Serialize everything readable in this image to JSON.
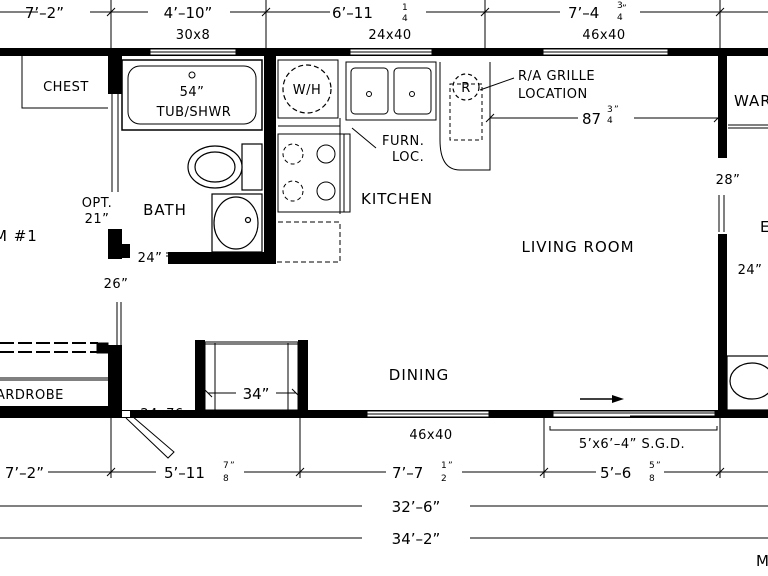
{
  "dimensions": {
    "top": [
      {
        "whole": "7’–2”",
        "num": "",
        "den": ""
      },
      {
        "whole": "4’–10”",
        "num": "",
        "den": ""
      },
      {
        "whole": "6’–11",
        "num": "1",
        "den": "4"
      },
      {
        "whole": "7’–4",
        "num": "3",
        "den": "4"
      }
    ],
    "bottom": [
      {
        "whole": "7’–2”",
        "num": "",
        "den": ""
      },
      {
        "whole": "5’–11",
        "num": "7",
        "den": "8"
      },
      {
        "whole": "7’–7",
        "num": "1",
        "den": "2"
      },
      {
        "whole": "5’–6",
        "num": "5",
        "den": "8"
      }
    ],
    "overall_inner": "32’–6”",
    "overall_outer": "34’–2”",
    "range_depth": {
      "whole": "87",
      "num": "3",
      "den": "4"
    }
  },
  "windows": {
    "top_1": "30x8",
    "top_2": "24x40",
    "top_3": "46x40",
    "bottom_1": "46x40"
  },
  "rooms": {
    "bedroom": "M  #1",
    "bath": "BATH",
    "kitchen": "KITCHEN",
    "living_room": "LIVING ROOM",
    "dining": "DINING",
    "right_room": "E",
    "right_label": "WAR",
    "corner": "M"
  },
  "fixtures": {
    "chest": "CHEST",
    "tub_size": "54”",
    "tub": "TUB/SHWR",
    "water_heater": "W/H",
    "refrigerator": "R",
    "grille_line1": "R/A  GRILLE",
    "grille_line2": "LOCATION",
    "furnace_line1": "FURN.",
    "furnace_line2": "LOC.",
    "wardrobe": "ARDROBE",
    "opt_line1": "OPT.",
    "opt_line2": "21”"
  },
  "doors": {
    "bath_door": "24”",
    "bedroom_door": "26”",
    "right_door_1": "28”",
    "right_door_2": "24”",
    "entry_door": "24x76",
    "counter_width": "34”",
    "sliding_glass_door": "5’x6’–4”  S.G.D."
  }
}
